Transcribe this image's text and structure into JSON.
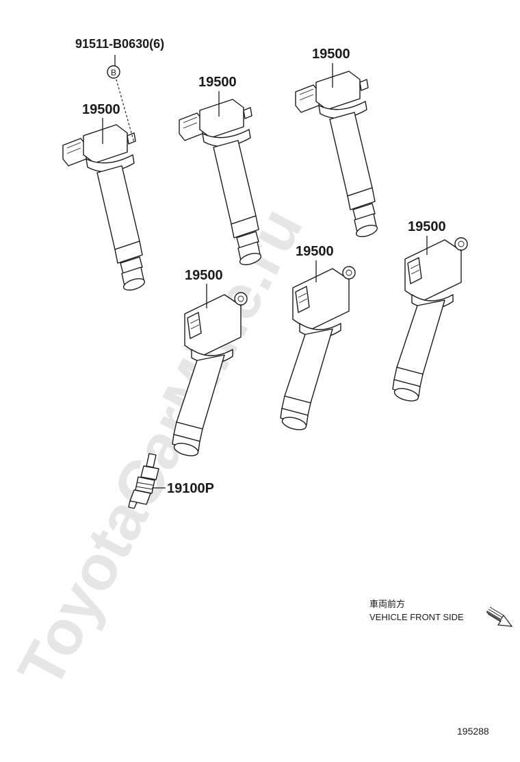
{
  "diagram": {
    "watermark": "ToyotaCarMine.ru",
    "bolt_label": "91511-B0630(6)",
    "marker_letter": "B",
    "coil_labels": [
      "19500",
      "19500",
      "19500",
      "19500",
      "19500",
      "19500"
    ],
    "plug_label": "19100P",
    "direction_jp": "車両前方",
    "direction_en": "VEHICLE FRONT SIDE",
    "figure_number": "195288"
  }
}
